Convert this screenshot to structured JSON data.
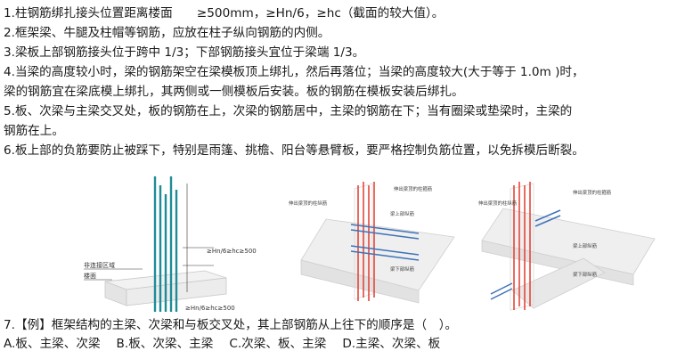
{
  "rules": [
    "1.柱钢筋绑扎接头位置距离楼面　　≥500mm，≥Hn/6，≥hc（截面的较大值）。",
    "2.框架梁、牛腿及柱帽等钢筋，应放在柱子纵向钢筋的内侧。",
    "3.梁板上部钢筋接头位于跨中 1/3；下部钢筋接头宜位于梁端 1/3。",
    "4.当梁的高度较小时，梁的钢筋架空在梁模板顶上绑扎，然后再落位；当梁的高度较大(大于等于 1.0m )时，",
    "梁的钢筋宜在梁底模上绑扎，其两侧或一侧模板后安装。板的钢筋在模板安装后绑扎。",
    "5.板、次梁与主梁交叉处，板的钢筋在上，次梁的钢筋居中，主梁的钢筋在下；当有圈梁或垫梁时，主梁的",
    "钢筋在上。",
    "6.板上部的负筋要防止被踩下，特别是雨篷、挑檐、阳台等悬臂板，要严格控制负筋位置，以免拆模后断裂。"
  ],
  "figure1": {
    "label_upper": "≥Hn/6≥hc≥500",
    "label_lower": "≥Hn/6≥hc≥500",
    "label_zone_1": "非连接区域",
    "label_zone_2": "楼面"
  },
  "figure2": {
    "label_left": "伸出梁顶的柱纵筋",
    "label_right": "伸出梁顶的柱箍筋",
    "label_top": "梁上部纵筋",
    "label_bottom": "梁下部纵筋"
  },
  "figure3": {
    "label_left": "伸出梁顶的柱纵筋",
    "label_right": "伸出梁顶的柱箍筋",
    "label_top": "梁上部纵筋",
    "label_bottom": "梁下部纵筋"
  },
  "question": {
    "stem": "7.【例】框架结构的主梁、次梁和与板交叉处，其上部钢筋从上往下的顺序是（　）。",
    "options": [
      "A.板、主梁、次梁",
      "B.板、次梁、主梁",
      "C.次梁、板、主梁",
      "D.主梁、次梁、板"
    ]
  },
  "colors": {
    "rebar_teal": "#1e8c96",
    "rebar_red": "#e2473a",
    "rebar_blue": "#3f73b8"
  }
}
